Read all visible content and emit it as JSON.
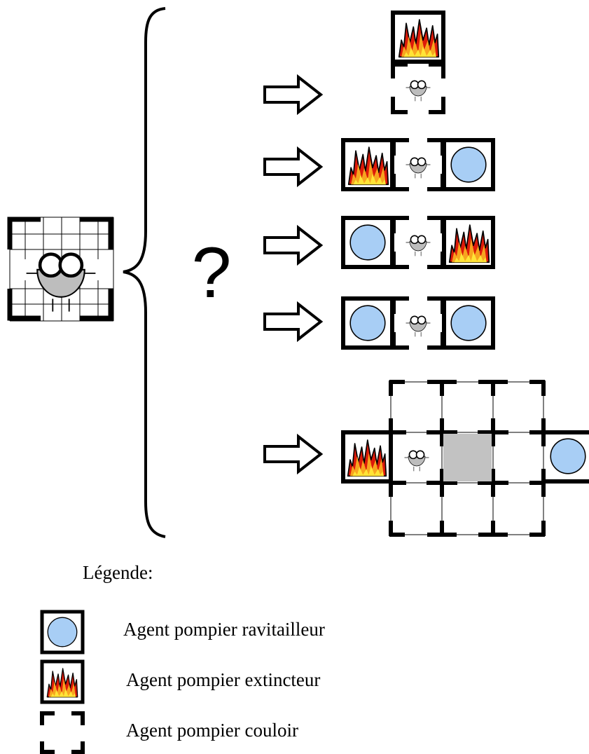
{
  "question_mark": "?",
  "legend": {
    "title": "Légende:",
    "items": [
      {
        "icon": "water-tank-icon",
        "label": "Agent pompier ravitailleur"
      },
      {
        "icon": "fire-icon",
        "label": "Agent pompier extincteur"
      },
      {
        "icon": "corridor-icon",
        "label": "Agent pompier couloir"
      }
    ]
  },
  "colors": {
    "water": "#a8cef5",
    "robot_body": "#bdbdbd",
    "flame_outer": "#dd1a0a",
    "flame_inner": "#f7a51f",
    "flame_core": "#ffe437",
    "obstacle": "#c2c2c2"
  },
  "scenarios": [
    {
      "name": "fire-above"
    },
    {
      "name": "fire-left-water-right"
    },
    {
      "name": "water-left-fire-right"
    },
    {
      "name": "water-both-sides"
    },
    {
      "name": "grid-path-fire-to-water"
    }
  ]
}
